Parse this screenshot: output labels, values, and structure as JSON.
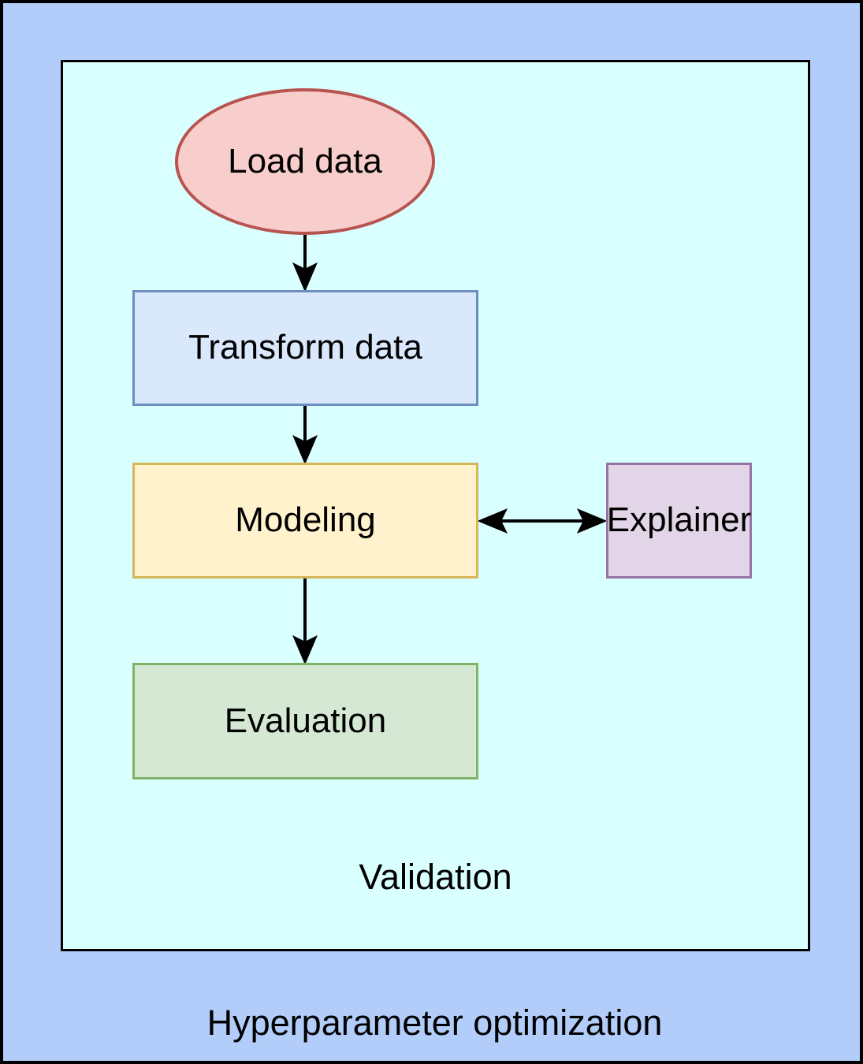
{
  "diagram": {
    "outer_group": {
      "label": "Hyperparameter optimization",
      "background": "#b2cdfa",
      "border_color": "#000000"
    },
    "inner_group": {
      "label": "Validation",
      "background": "#d9ffff",
      "border_color": "#000000"
    },
    "nodes": [
      {
        "id": "load-data",
        "label": "Load data",
        "shape": "ellipse",
        "fill": "#f8cecc",
        "stroke": "#b85450"
      },
      {
        "id": "transform-data",
        "label": "Transform data",
        "shape": "rectangle",
        "fill": "#dae8fc",
        "stroke": "#6c8ebf"
      },
      {
        "id": "modeling",
        "label": "Modeling",
        "shape": "rectangle",
        "fill": "#fff2cc",
        "stroke": "#d6b656"
      },
      {
        "id": "explainer",
        "label": "Explainer",
        "shape": "rectangle",
        "fill": "#e1d5e7",
        "stroke": "#9673a6"
      },
      {
        "id": "evaluation",
        "label": "Evaluation",
        "shape": "rectangle",
        "fill": "#d5e8d4",
        "stroke": "#82b366"
      }
    ],
    "edges": [
      {
        "from": "load-data",
        "to": "transform-data",
        "direction": "down",
        "color": "#000000"
      },
      {
        "from": "transform-data",
        "to": "modeling",
        "direction": "down",
        "color": "#000000"
      },
      {
        "from": "modeling",
        "to": "explainer",
        "direction": "bidirectional",
        "color": "#000000"
      },
      {
        "from": "modeling",
        "to": "evaluation",
        "direction": "down",
        "color": "#000000"
      }
    ]
  }
}
